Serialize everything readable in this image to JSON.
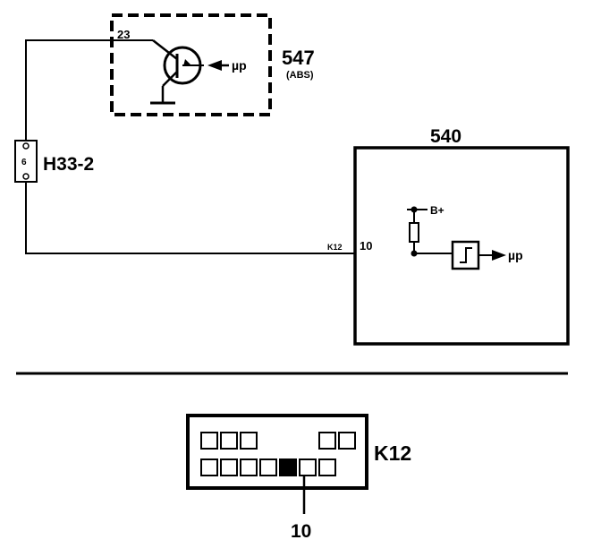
{
  "ecu_547": {
    "id": "547",
    "sub": "(ABS)",
    "pin": "23",
    "signal": "µp"
  },
  "connector_h33": {
    "label": "H33-2",
    "pin": "6"
  },
  "ecu_540": {
    "id": "540",
    "supply": "B+",
    "pin": "10",
    "connector_ref": "K12",
    "signal": "µp"
  },
  "connector_k12": {
    "label": "K12",
    "pin_callout": "10",
    "top_row_left_count": 3,
    "top_row_right_count": 2,
    "bottom_row_count": 7,
    "highlighted_pin_index": 4
  },
  "colors": {
    "line": "#000000",
    "background": "#ffffff",
    "pin_highlight": "#000000"
  }
}
